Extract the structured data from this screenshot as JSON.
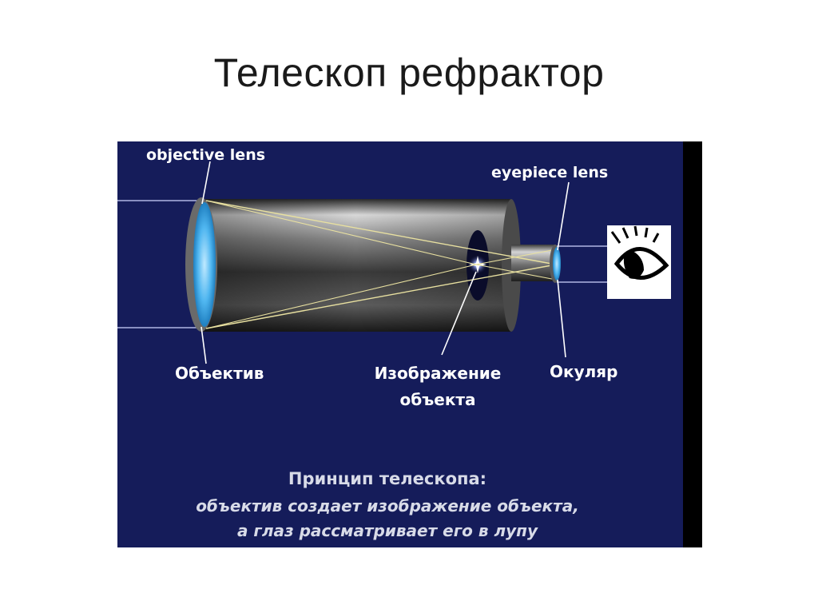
{
  "slide": {
    "title": "Телескоп рефрактор"
  },
  "diagram": {
    "labels": {
      "objective_en": "objective lens",
      "eyepiece_en": "eyepiece lens",
      "objective_ru": "Объектив",
      "image_ru_line1": "Изображение",
      "image_ru_line2": "объекта",
      "eyepiece_ru": "Окуляр"
    },
    "principle": {
      "heading": "Принцип телескопа:",
      "line1": "объектив создает изображение объекта,",
      "line2": "а глаз рассматривает его в лупу"
    },
    "icons": [
      "objective-lens-icon",
      "eyepiece-lens-icon",
      "eye-icon",
      "star-image-icon"
    ],
    "colors": {
      "panel_background": "#151c5a",
      "label_text": "#ffffff",
      "principle_text": "#d8dbe8",
      "light_rays": "#e8e0a0",
      "lens": "#4fb6f0"
    }
  }
}
